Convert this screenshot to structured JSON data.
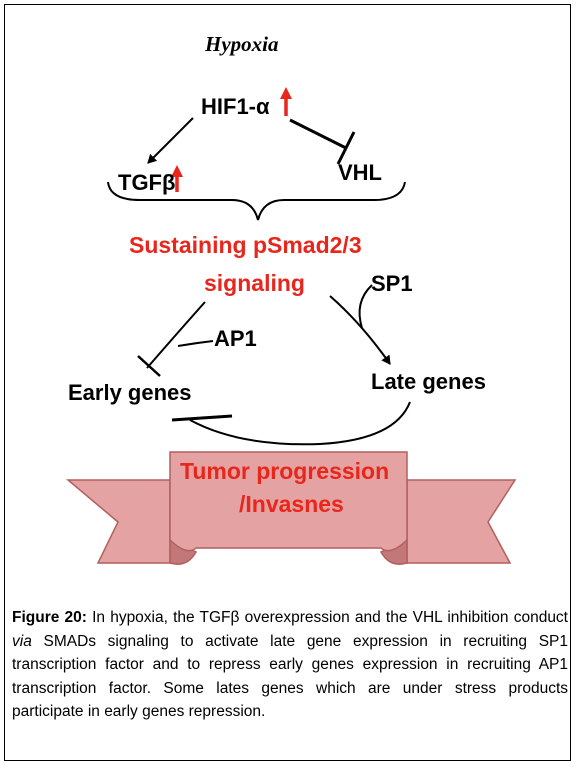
{
  "diagram": {
    "title": "Hypoxia",
    "nodes": {
      "hif": "HIF1-α",
      "vhl": "VHL",
      "tgfb": "TGFβ",
      "pathway_line1": "Sustaining pSmad2/3",
      "pathway_line2": "signaling",
      "sp1": "SP1",
      "ap1": "AP1",
      "early": "Early genes",
      "late": "Late genes",
      "banner_line1": "Tumor progression",
      "banner_line2": "/Invasnes"
    },
    "colors": {
      "accent_red": "#e8261c",
      "banner_fill": "#e4a2a2",
      "banner_stroke": "#b25f5f"
    },
    "icons": {
      "up_arrow": "arrow-up-icon"
    }
  },
  "caption": {
    "label": "Figure 20:",
    "part1": " In hypoxia, the TGFβ overexpression and the VHL inhibition conduct ",
    "emphasis": "via",
    "part2": " SMADs signaling to activate late gene expression in recruiting SP1 transcription factor and to repress early genes expression in recruiting AP1 transcription factor. Some lates genes which are under stress products participate in early genes repression."
  }
}
